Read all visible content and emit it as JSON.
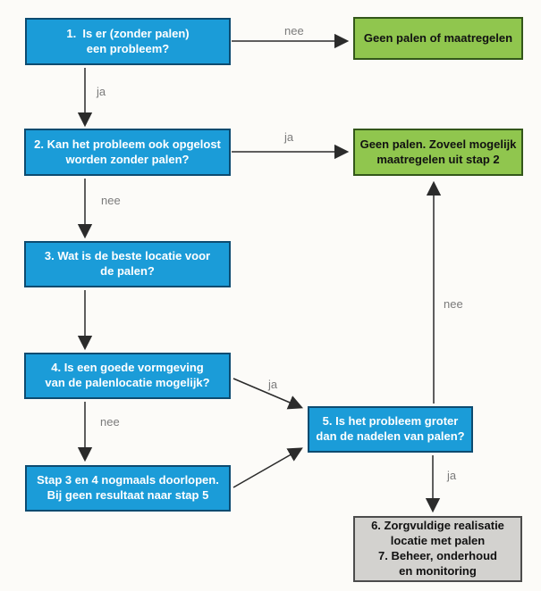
{
  "colors": {
    "process_fill": "#1b9cd8",
    "process_border": "#0d4b70",
    "process_text": "#ffffff",
    "outcome_fill": "#90c64e",
    "outcome_border": "#33571a",
    "final_fill": "#d3d2cf",
    "final_border": "#4c4c4c",
    "outcome_text": "#111111",
    "arrow": "#2b2b2b",
    "edge_label_text": "#7b7b7b",
    "background": "#fcfbf8"
  },
  "nodes": {
    "step1": {
      "text": "1.  Is er (zonder palen)\neen probleem?"
    },
    "step2": {
      "text": "2. Kan het probleem ook opgelost\nworden zonder palen?"
    },
    "step3": {
      "text": "3. Wat is de beste locatie voor\nde palen?"
    },
    "step4": {
      "text": "4. Is een goede vormgeving\nvan de palenlocatie mogelijk?"
    },
    "stap34": {
      "text": "Stap 3 en 4 nogmaals doorlopen.\nBij geen resultaat naar stap 5"
    },
    "step5": {
      "text": "5. Is het probleem groter\ndan de nadelen van palen?"
    },
    "outcome1": {
      "text": "Geen palen of maatregelen"
    },
    "outcome2": {
      "text": "Geen palen. Zoveel mogelijk\nmaatregelen uit stap 2"
    },
    "outcome67": {
      "text": "6. Zorgvuldige realisatie\nlocatie met palen\n7. Beheer, onderhoud\nen monitoring"
    }
  },
  "edge_labels": {
    "step1_outcome1": "nee",
    "step1_step2": "ja",
    "step2_outcome2": "ja",
    "step2_step3": "nee",
    "step4_stap34": "nee",
    "step4_step5": "ja",
    "step5_outcome2": "nee",
    "step5_outcome67": "ja"
  }
}
